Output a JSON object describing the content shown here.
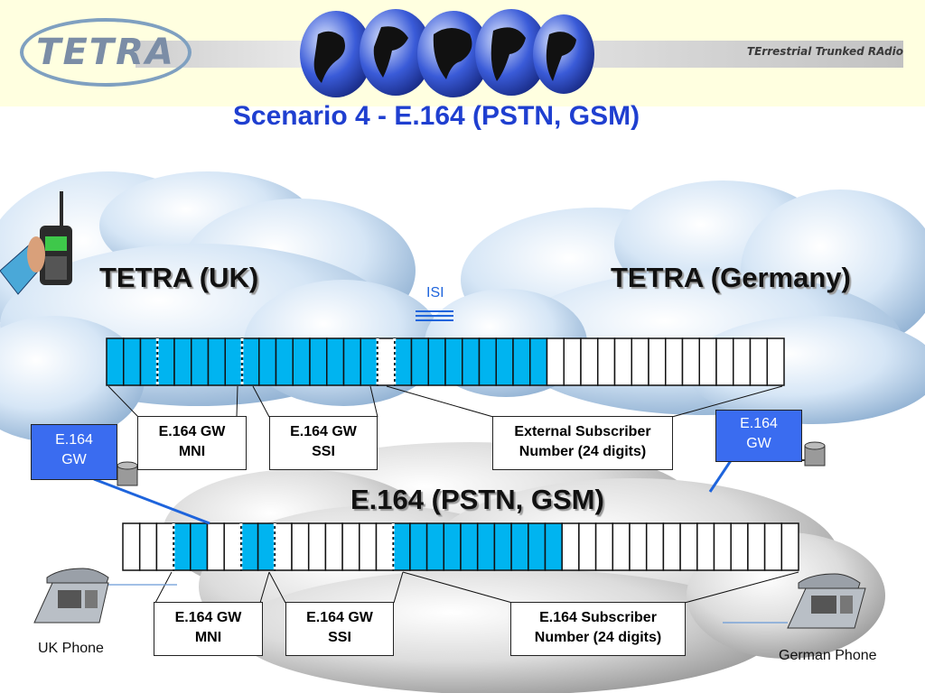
{
  "header": {
    "logo_text": "TETRA",
    "tagline": "TErrestrial Trunked RAdio"
  },
  "title": "Scenario 4 - E.164 (PSTN, GSM)",
  "networks": {
    "uk": "TETRA (UK)",
    "germany": "TETRA (Germany)",
    "pstn": "E.164 (PSTN, GSM)",
    "isi": "ISI"
  },
  "gateways": {
    "left": {
      "line1": "E.164",
      "line2": "GW"
    },
    "right": {
      "line1": "E.164",
      "line2": "GW"
    }
  },
  "top_fields": {
    "mni": {
      "line1": "E.164 GW",
      "line2": "MNI"
    },
    "ssi": {
      "line1": "E.164 GW",
      "line2": "SSI"
    },
    "ext": {
      "line1": "External Subscriber",
      "line2": "Number (24 digits)"
    }
  },
  "bottom_fields": {
    "mni": {
      "line1": "E.164 GW",
      "line2": "MNI"
    },
    "ssi": {
      "line1": "E.164 GW",
      "line2": "SSI"
    },
    "sub": {
      "line1": "E.164  Subscriber",
      "line2": "Number (24 digits)"
    }
  },
  "phones": {
    "uk": "UK Phone",
    "german": "German Phone"
  },
  "colors": {
    "accent_cyan": "#00b4f0",
    "gateway_blue": "#3a6cf0",
    "title_blue": "#1f3fd0",
    "link_blue": "#1e64dc"
  }
}
